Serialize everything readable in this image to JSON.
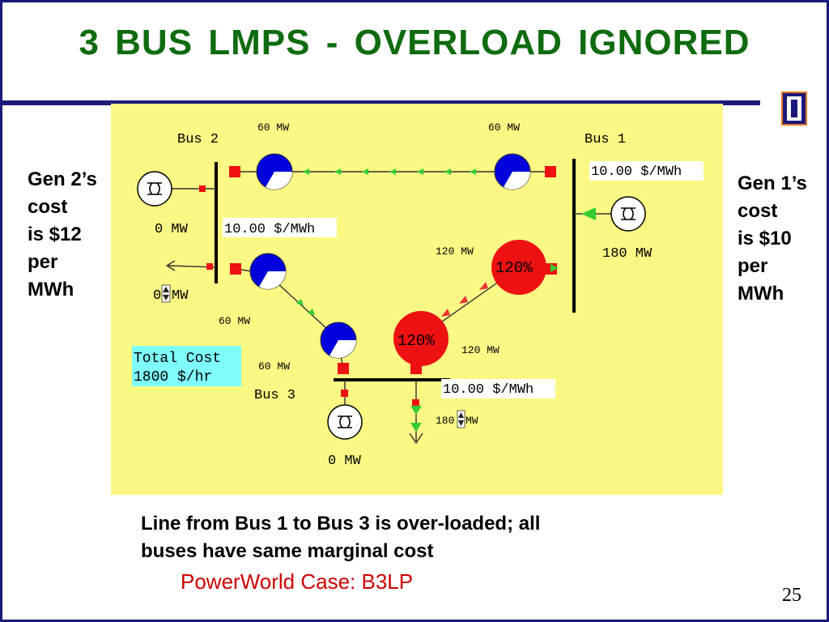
{
  "slide": {
    "title": "3  BUS  LMPS  - OVERLOAD  IGNORED",
    "gen2_note": [
      "Gen 2’s",
      "cost",
      "is $12",
      "per",
      "MWh"
    ],
    "gen1_note": [
      "Gen 1’s",
      "cost",
      "is $10",
      "per",
      "MWh"
    ],
    "caption_lines": [
      "Line from Bus 1 to Bus 3 is over-loaded; all",
      "buses have same marginal cost"
    ],
    "case_name": "PowerWorld Case: B3LP",
    "page_number": "25"
  },
  "diagram": {
    "bus1": {
      "name": "Bus 1",
      "lmp": "10.00 $/MWh",
      "gen_output": "180 MW"
    },
    "bus2": {
      "name": "Bus 2",
      "lmp": "10.00 $/MWh",
      "gen_output": "0 MW",
      "load_value": "0",
      "load_unit": "MW"
    },
    "bus3": {
      "name": "Bus 3",
      "lmp": "10.00 $/MWh",
      "gen_output": "0 MW",
      "load_value": "180",
      "load_unit": "MW"
    },
    "line12": {
      "flow_end2": "60 MW",
      "flow_end1": "60 MW"
    },
    "line23": {
      "flow_end2": "60 MW",
      "flow_end3": "60 MW"
    },
    "line13": {
      "flow_end1": "120 MW",
      "flow_end3": "120 MW",
      "loading_end1": "120%",
      "loading_end3": "120%"
    },
    "total_cost_label": "Total Cost",
    "total_cost_value": "1800 $/hr",
    "colors": {
      "background": "#fbf984",
      "bus": "#000000",
      "breaker": "#ee1111",
      "pie_normal": "#0000dd",
      "pie_overload": "#ee1111",
      "arrow_flow": "#33cc33",
      "arrow_overload": "#ee3333",
      "cost_box": "#7ffcfc"
    },
    "icons": [
      "generator-icon",
      "breaker-icon",
      "flow-pie-icon",
      "load-arrow-icon",
      "spinner-icon"
    ]
  }
}
